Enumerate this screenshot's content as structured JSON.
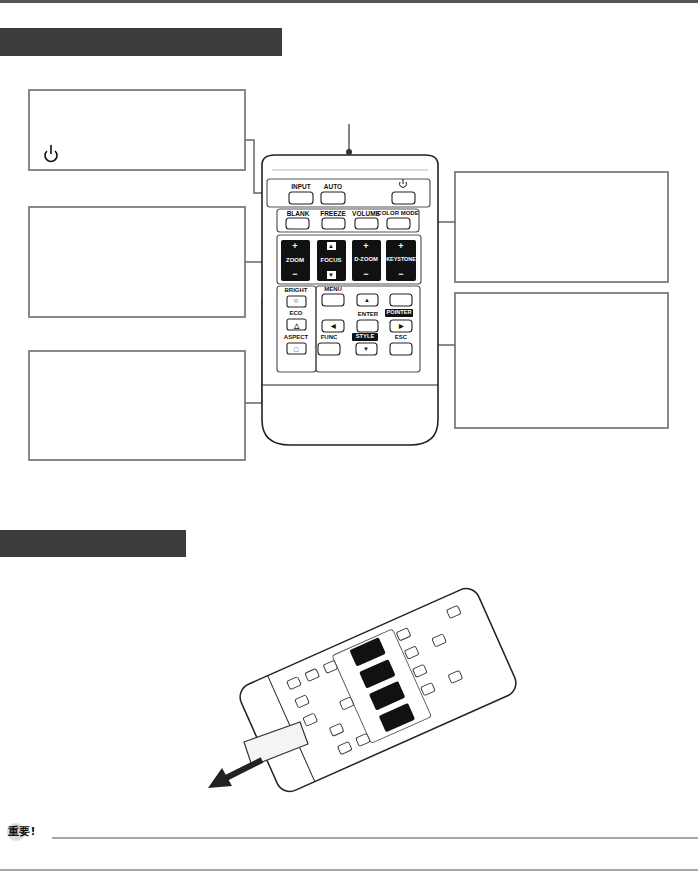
{
  "diagram": {
    "labels": [
      "INPUT",
      "AUTO",
      "BLANK",
      "FREEZE",
      "VOLUME",
      "COLOR MODE",
      "+",
      "ZOOM",
      "−",
      "▲",
      "FOCUS",
      "▼",
      "+",
      "D-ZOOM",
      "−",
      "+",
      "KEYSTONE",
      "−",
      "BRIGHT",
      "○",
      "ECO",
      "△",
      "ASPECT",
      "□",
      "MENU",
      "▲",
      "ENTER",
      "◀",
      "POINTER",
      "▶",
      "FUNC",
      "STYLE",
      "▼",
      "ESC",
      "重要!"
    ]
  }
}
